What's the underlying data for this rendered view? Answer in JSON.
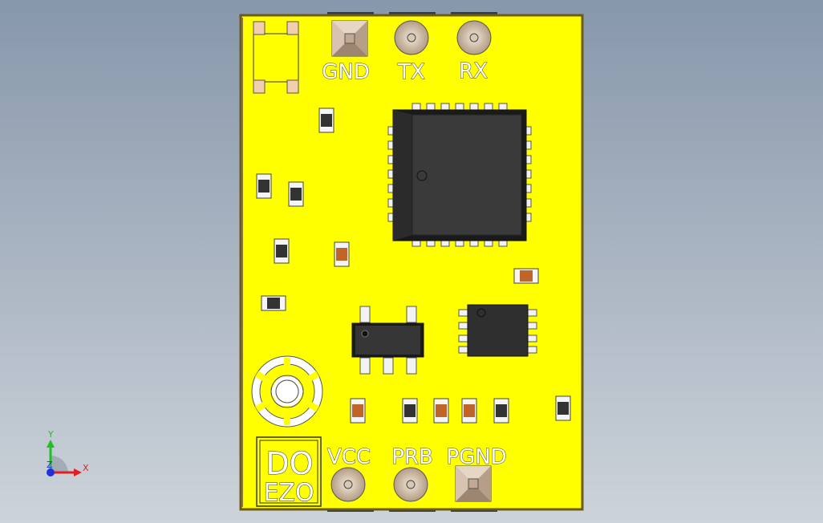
{
  "board": {
    "color": "#ffff00",
    "edge_color": "#6b5a1a",
    "pad_labels": {
      "gnd": "GND",
      "tx": "TX",
      "rx": "RX",
      "vcc": "VCC",
      "prb": "PRB",
      "pgnd": "PGND"
    },
    "logo": {
      "line1": "DO",
      "line2": "EZO"
    }
  },
  "triad": {
    "y_label": "Y",
    "x_label": "X",
    "z_label": "Z",
    "colors": {
      "x": "#e02020",
      "y": "#20c020",
      "z": "#2030e0"
    }
  }
}
